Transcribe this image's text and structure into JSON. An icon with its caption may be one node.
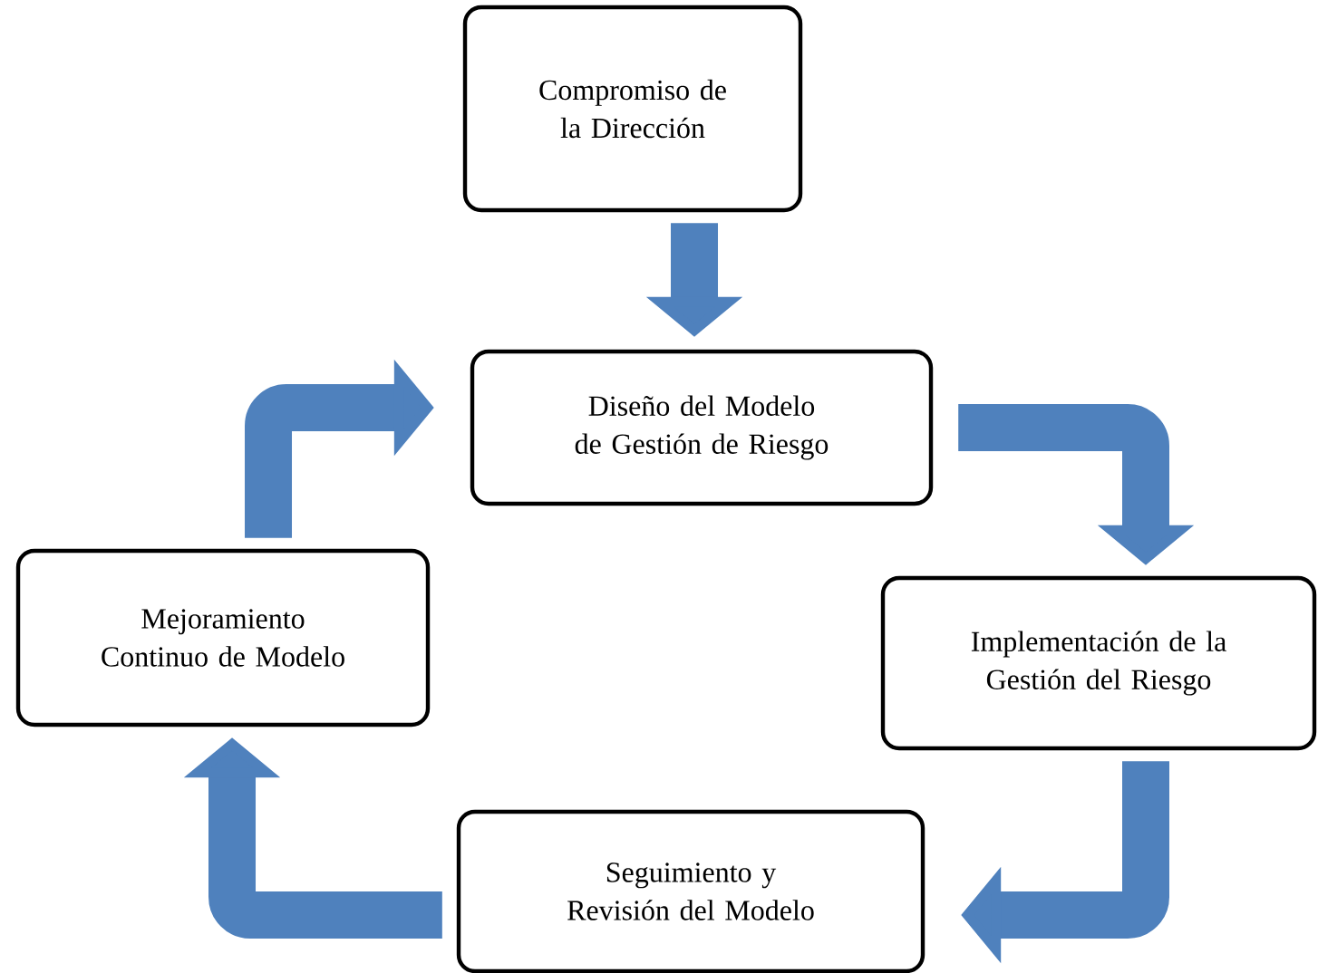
{
  "diagram": {
    "nodes": [
      {
        "text": [
          "Compromiso de la Dirección"
        ]
      },
      {
        "text": [
          "Diseño del Modelo de Gestión de Riesgo"
        ]
      },
      {
        "text": [
          "Implementación de la Gestión del Riesgo"
        ]
      },
      {
        "text": [
          "Seguimiento y Revisión del Modelo"
        ]
      },
      {
        "text": [
          "Mejoramiento Continuo de Modelo"
        ]
      }
    ],
    "edges": [
      {
        "from": 0,
        "to": 1,
        "arrow": "to"
      },
      {
        "from": 1,
        "to": 2,
        "arrow": "to"
      },
      {
        "from": 2,
        "to": 3,
        "arrow": "to"
      },
      {
        "from": 3,
        "to": 4,
        "arrow": "to"
      },
      {
        "from": 4,
        "to": 1,
        "arrow": "to"
      }
    ]
  }
}
